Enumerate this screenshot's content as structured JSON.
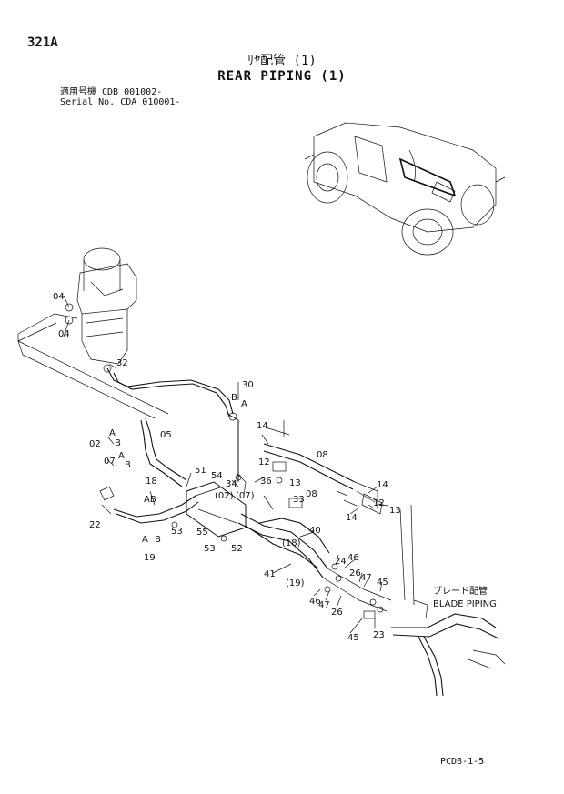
{
  "header": {
    "page_number": "321A",
    "title_jp": "ﾘﾔ配管 (1)",
    "title_en": "REAR PIPING (1)",
    "serial_jp": "適用号機  CDB 001002-",
    "serial_en": "Serial No. CDA 010001-"
  },
  "footer": {
    "doc_code": "PCDB-1-5"
  },
  "blade_piping": {
    "jp": "ブレード配管",
    "en": "BLADE PIPING"
  },
  "callouts": {
    "c04a": "04",
    "c04b": "04",
    "c32": "32",
    "c30": "30",
    "cB1": "B",
    "cA1": "A",
    "c02": "02",
    "cA2": "A",
    "cB2": "B",
    "c05": "05",
    "c07": "07",
    "cA3": "A",
    "cB3": "B",
    "c18": "18",
    "cAB": "AB",
    "c22": "22",
    "cA4": "A",
    "cB4": "B",
    "c19": "19",
    "c51": "51",
    "c54": "54",
    "c02p": "(02)",
    "c07p": "(07)",
    "c55": "55",
    "c53a": "53",
    "c53b": "53",
    "c52": "52",
    "c34": "34",
    "c36": "36",
    "c13a": "13",
    "c33": "33",
    "c14a": "14",
    "c12a": "12",
    "c08a": "08",
    "c08b": "08",
    "c14b": "14",
    "c12b": "12",
    "c14c": "14",
    "c13b": "13",
    "c40": "40",
    "c18p": "(18)",
    "c41": "41",
    "c19p": "(19)",
    "c24": "24",
    "c46a": "46",
    "c26a": "26",
    "c47a": "47",
    "c45a": "45",
    "c46b": "46",
    "c47b": "47",
    "c26b": "26",
    "c45b": "45",
    "c23": "23"
  }
}
